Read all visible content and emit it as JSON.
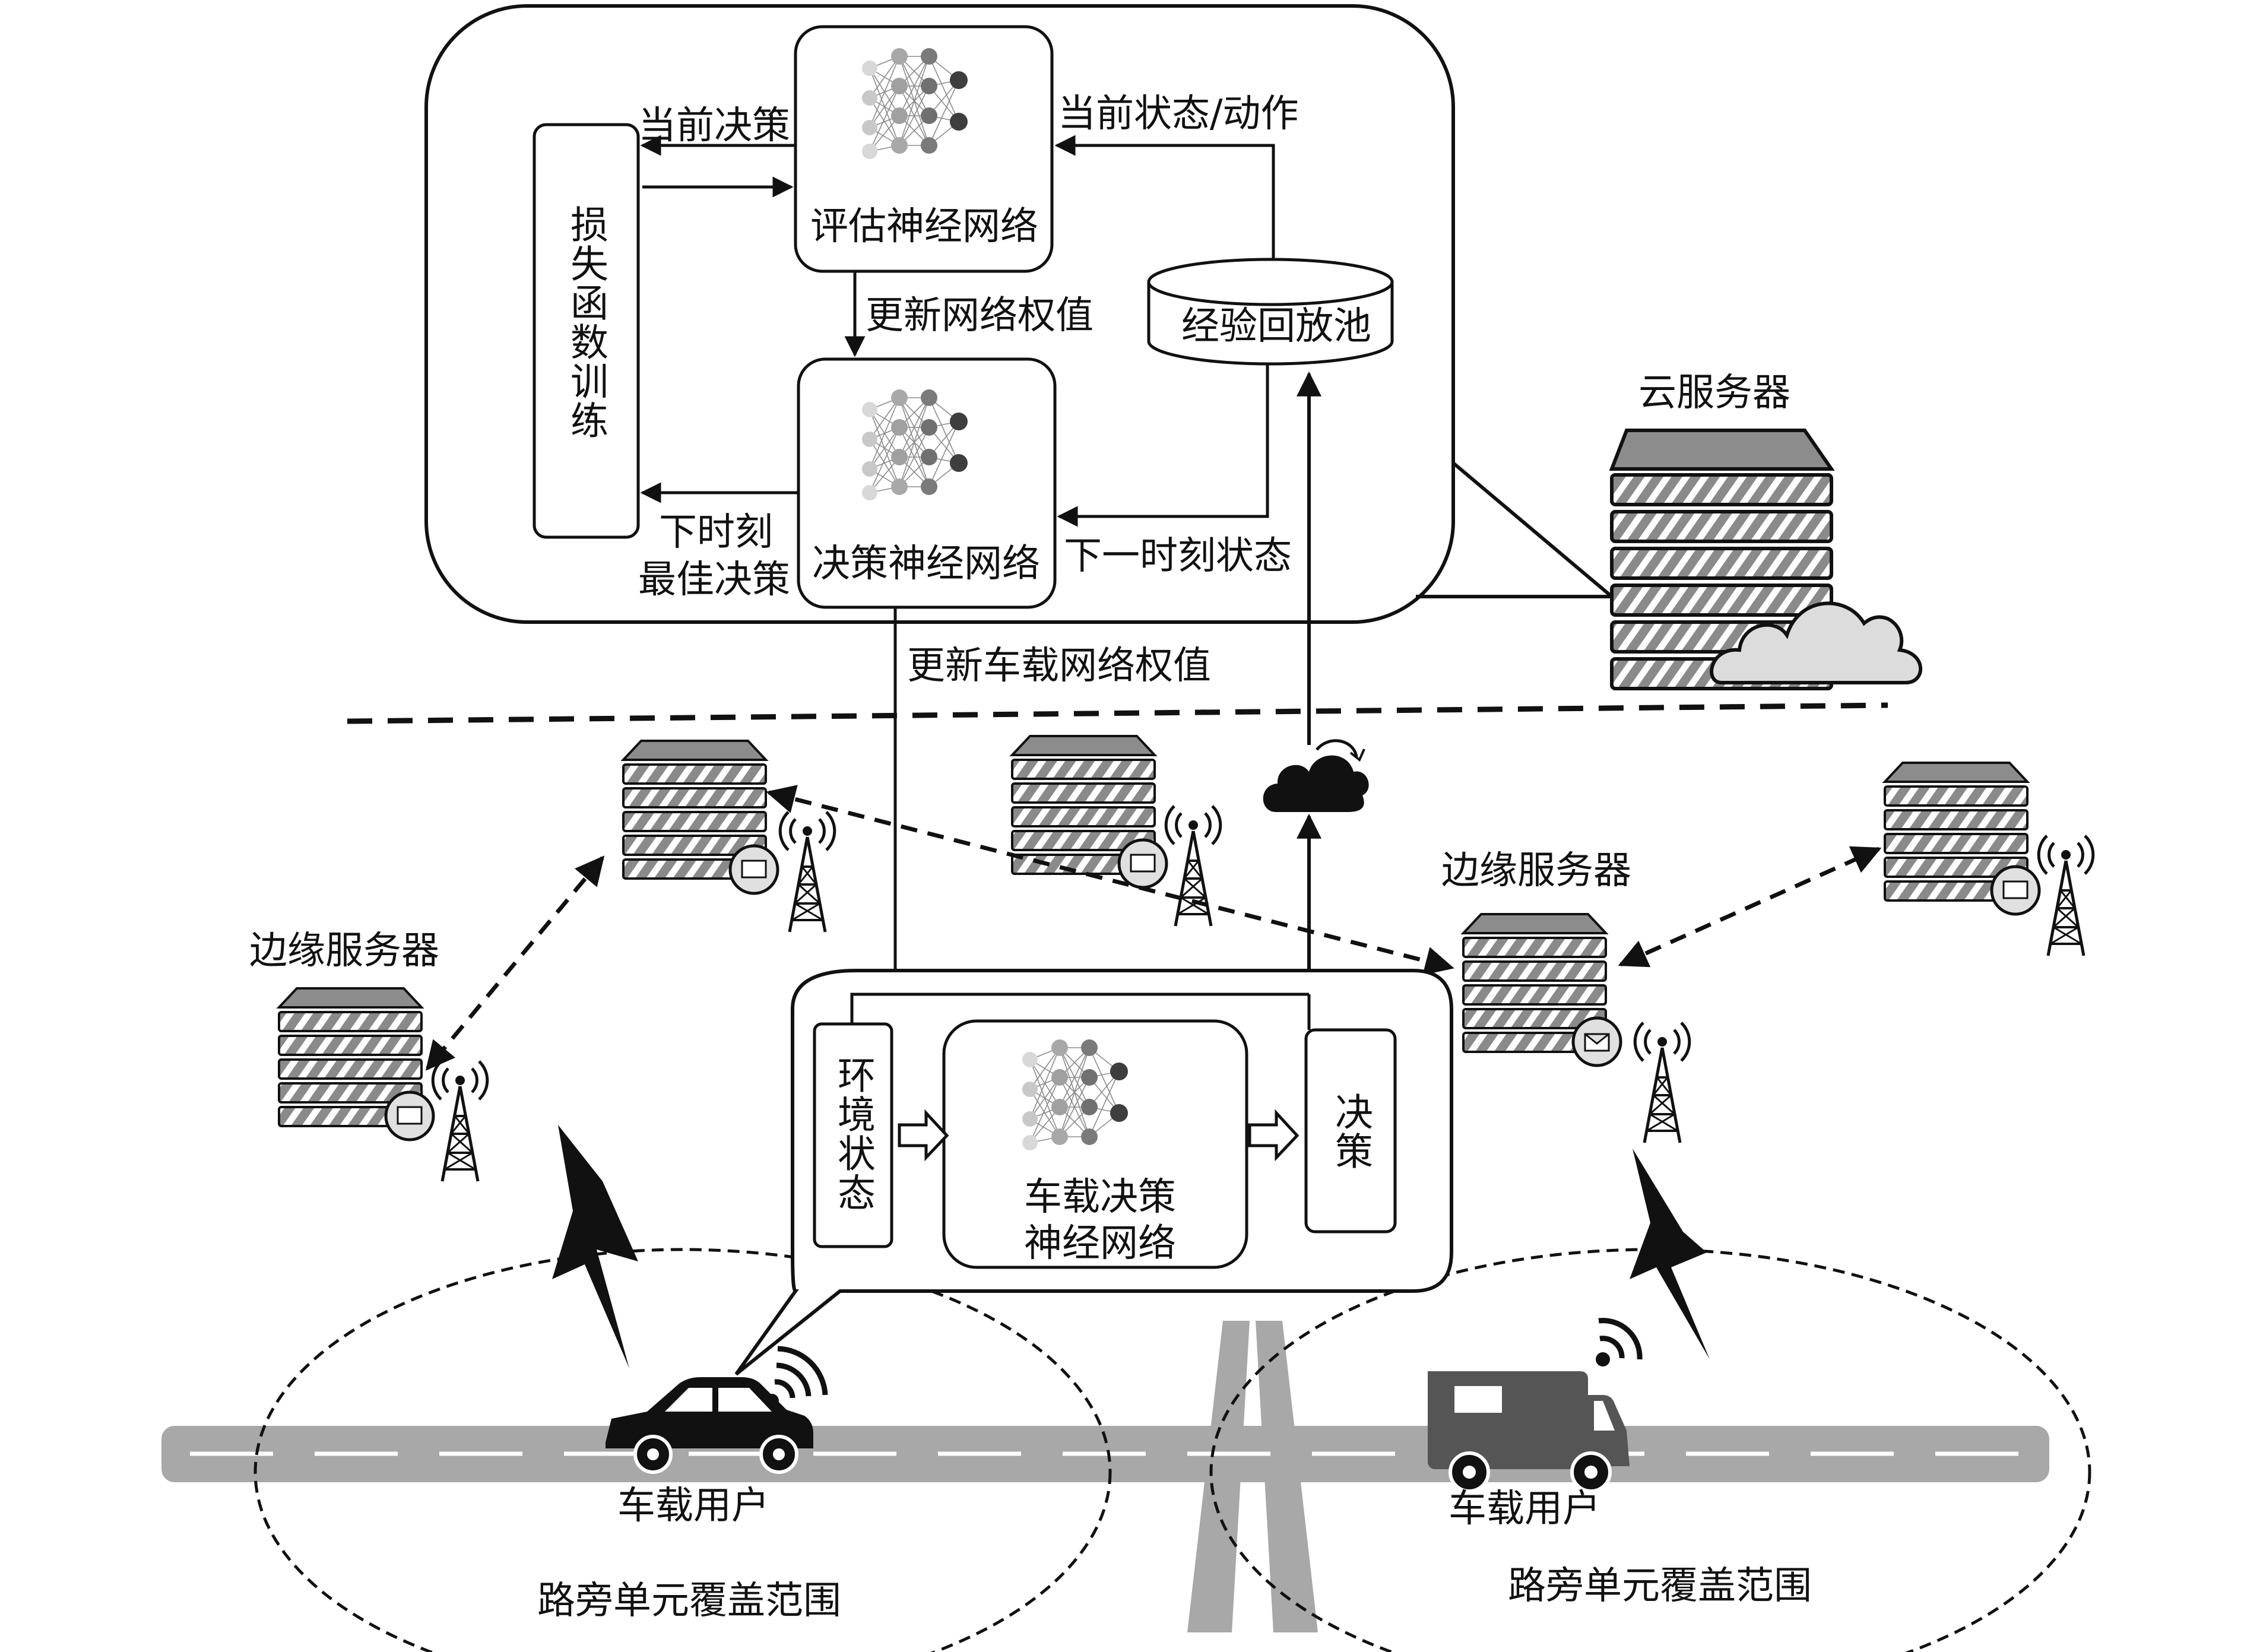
{
  "cloud_panel": {
    "eval_net": "评估神经网络",
    "decision_net": "决策神经网络",
    "loss_training": "损失函数训练",
    "replay_pool": "经验回放池",
    "current_decision": "当前决策",
    "current_state_action": "当前状态/动作",
    "update_weights": "更新网络权值",
    "next_best_line1": "下时刻",
    "next_best_line2": "最佳决策",
    "next_state": "下一时刻状态",
    "cloud_server": "云服务器"
  },
  "update_vehicle_weights": "更新车载网络权值",
  "edge_server_left": "边缘服务器",
  "edge_server_right": "边缘服务器",
  "vehicle_panel": {
    "env_state": "环境状态",
    "vehicle_net_line1": "车载决策",
    "vehicle_net_line2": "神经网络",
    "decision": "决策"
  },
  "vehicle_user_left": "车载用户",
  "vehicle_user_right": "车载用户",
  "rsu_coverage_left": "路旁单元覆盖范围",
  "rsu_coverage_right": "路旁单元覆盖范围"
}
